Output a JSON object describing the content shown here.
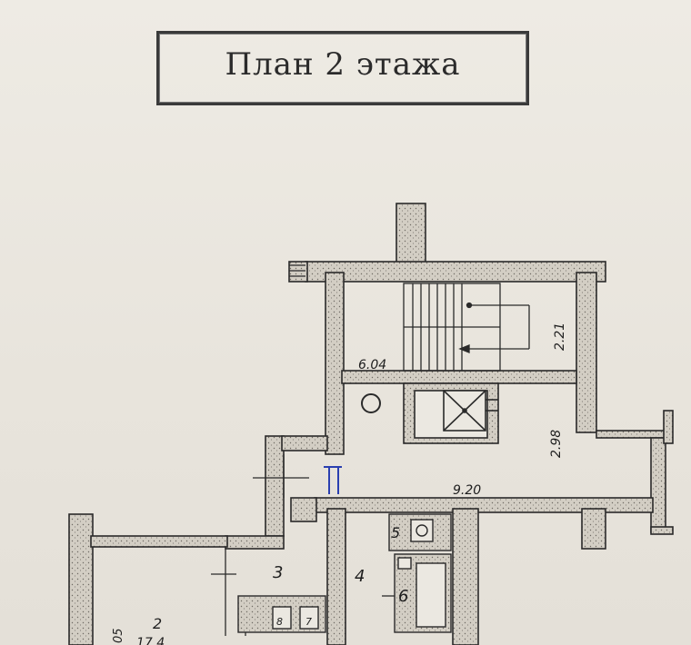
{
  "title": "План 2 этажа",
  "rooms": {
    "stair_hall_width": "6.04",
    "stair_height": "2.21",
    "lift_hall_height": "2.98",
    "corridor_width": "9.20",
    "room_3": "3",
    "room_4": "4",
    "room_5": "5",
    "room_6": "6",
    "room_7": "7",
    "room_8": "8",
    "room_2": "2",
    "room_2_area_partial": "17.4",
    "left_dim_partial": "05"
  },
  "colors": {
    "ink": "#2a2a2a",
    "wall_fill": "#cfcac0",
    "paper": "#ebe8e1",
    "blue_mark": "#2a3fb0"
  }
}
